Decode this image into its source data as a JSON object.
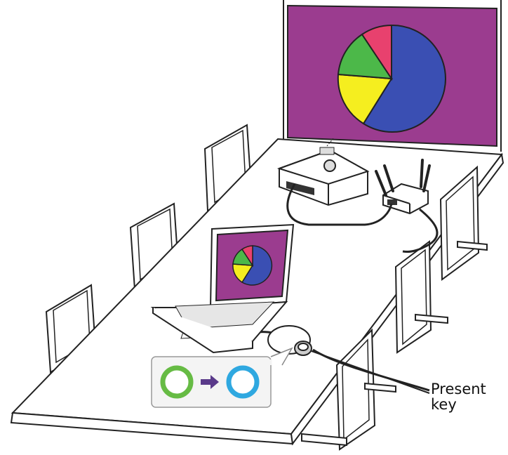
{
  "callout": {
    "label": "Present\nkey"
  },
  "colors": {
    "screen_background": "#9b3c8f",
    "pie_blue": "#3a4fb3",
    "pie_yellow": "#f5ee1f",
    "pie_green": "#4cb849",
    "pie_pink": "#e8416e",
    "key_ring_before": "#66bb44",
    "key_ring_after": "#2fa8e0",
    "arrow": "#5a3a8a",
    "outline": "#222222"
  },
  "icons": {
    "projection_screen": "projection-screen-icon",
    "projector": "projector-icon",
    "wireless_receiver": "wireless-receiver-icon",
    "laptop": "laptop-icon",
    "present_key": "present-key-button-icon"
  },
  "present_key_states": [
    {
      "state": "before",
      "ring_color": "#66bb44"
    },
    {
      "state": "after",
      "ring_color": "#2fa8e0"
    }
  ]
}
